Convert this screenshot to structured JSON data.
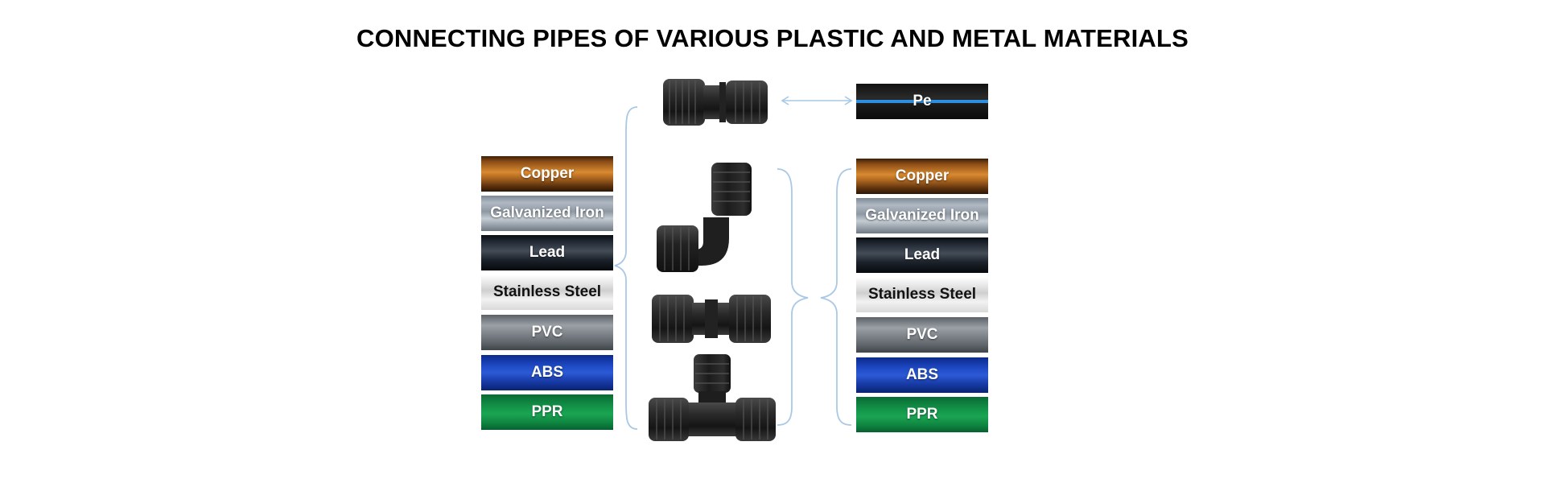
{
  "title": "CONNECTING PIPES OF VARIOUS PLASTIC AND METAL MATERIALS",
  "pe_pipe": "Pe",
  "left_pipes": [
    "Copper",
    "Galvanized Iron",
    "Lead",
    "Stainless Steel",
    "PVC",
    "ABS",
    "PPR"
  ],
  "right_pipes": [
    "Copper",
    "Galvanized Iron",
    "Lead",
    "Stainless Steel",
    "PVC",
    "ABS",
    "PPR"
  ],
  "fittings": [
    "coupler-fitting",
    "elbow-fitting",
    "straight-coupling-fitting",
    "tee-fitting"
  ],
  "colors": {
    "bracket": "#a9c8e6",
    "fitting": "#1e1e1e",
    "pe_stripe": "#2e8fe0"
  }
}
